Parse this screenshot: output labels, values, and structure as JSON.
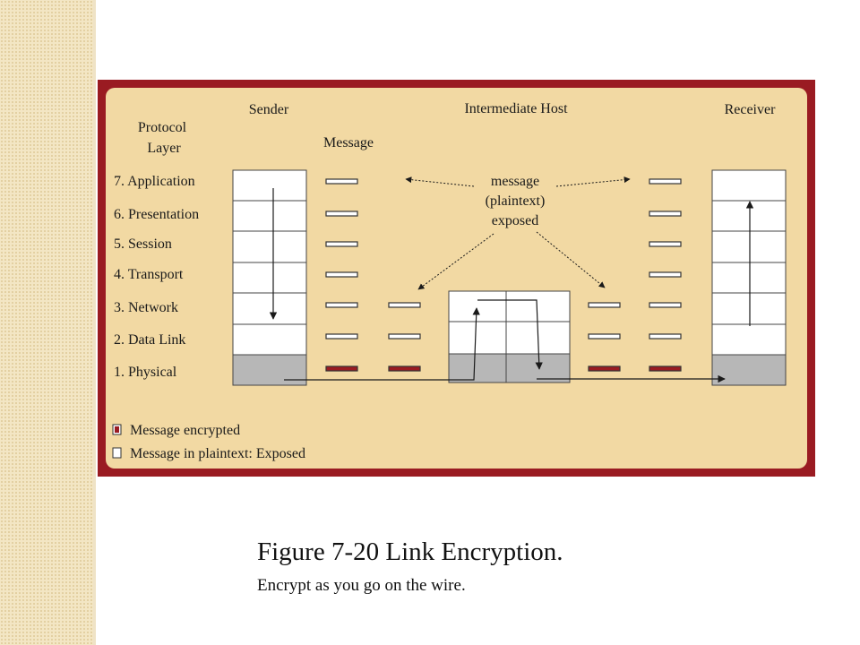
{
  "diagram": {
    "header_sender": "Sender",
    "header_intermediate": "Intermediate Host",
    "header_receiver": "Receiver",
    "header_protocol_line1": "Protocol",
    "header_protocol_line2": "Layer",
    "header_message": "Message",
    "layers": [
      "7. Application",
      "6. Presentation",
      "5. Session",
      "4. Transport",
      "3. Network",
      "2. Data Link",
      "1. Physical"
    ],
    "callout_line1": "message",
    "callout_line2": "(plaintext)",
    "callout_line3": "exposed",
    "legend_encrypted": "Message encrypted",
    "legend_plaintext": "Message in plaintext: Exposed",
    "colors": {
      "border": "#9a1b22",
      "panel": "#f2d9a3",
      "physical_gray": "#b7b7b7",
      "encrypted": "#9a1b22"
    }
  },
  "caption": {
    "title": "Figure 7-20  Link Encryption.",
    "subtitle": "Encrypt as you go on the wire."
  }
}
